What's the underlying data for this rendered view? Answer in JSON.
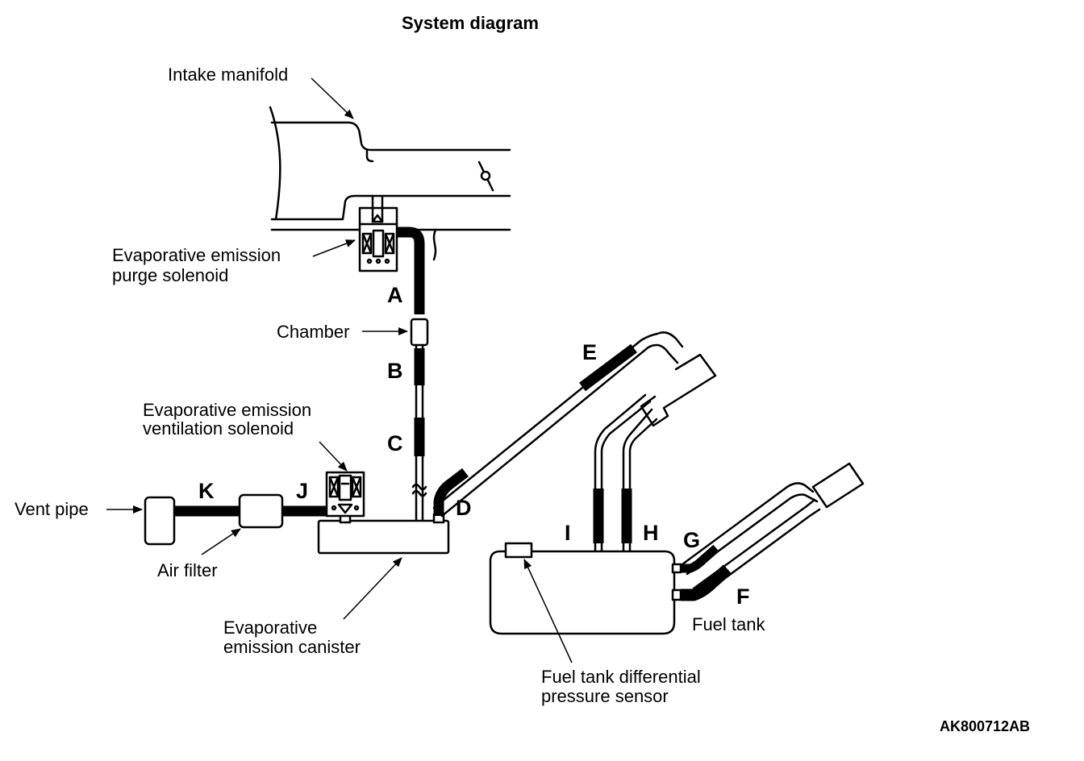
{
  "title": "System diagram",
  "labels": {
    "intake_manifold": "Intake manifold",
    "purge_solenoid_1": "Evaporative emission",
    "purge_solenoid_2": "purge solenoid",
    "chamber": "Chamber",
    "vent_solenoid_1": "Evaporative emission",
    "vent_solenoid_2": "ventilation solenoid",
    "vent_pipe": "Vent pipe",
    "air_filter": "Air filter",
    "canister_1": "Evaporative",
    "canister_2": "emission canister",
    "fuel_tank": "Fuel tank",
    "pressure_sensor_1": "Fuel tank differential",
    "pressure_sensor_2": "pressure sensor"
  },
  "hose_letters": {
    "a": "A",
    "b": "B",
    "c": "C",
    "d": "D",
    "e": "E",
    "f": "F",
    "g": "G",
    "h": "H",
    "i": "I",
    "j": "J",
    "k": "K"
  },
  "figure_code": "AK800712AB"
}
